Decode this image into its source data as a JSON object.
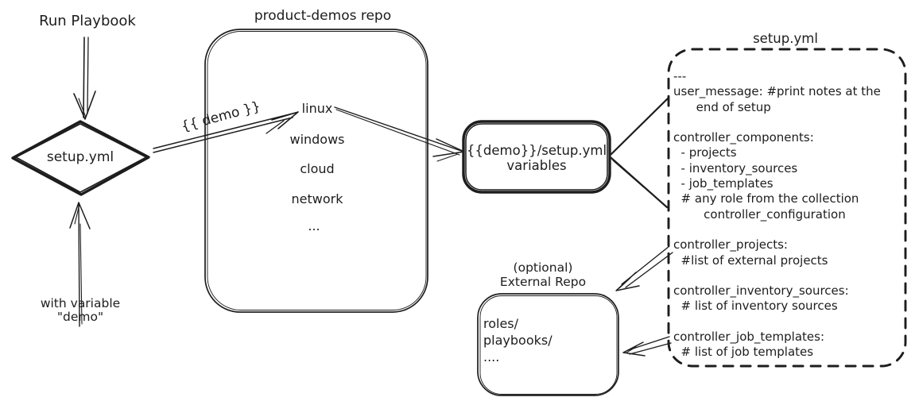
{
  "canvas": {
    "background": "#ffffff",
    "ink": "#1d1d1d"
  },
  "trigger": {
    "run_playbook_label": "Run Playbook",
    "diamond_label": "setup.yml",
    "with_variable_line1": "with variable",
    "with_variable_line2": "\"demo\""
  },
  "repo": {
    "title": "product-demos repo",
    "arrow_label": "{{ demo }}",
    "items": [
      "linux",
      "windows",
      "cloud",
      "network",
      "..."
    ]
  },
  "variables_box": {
    "line1": "{{demo}}/setup.yml",
    "line2": "variables"
  },
  "setup_yml_file": {
    "title": "setup.yml",
    "lines": [
      "---",
      "user_message: #print notes at the",
      "      end of setup",
      "",
      "controller_components:",
      "  - projects",
      "  - inventory_sources",
      "  - job_templates",
      "  # any role from the collection",
      "        controller_configuration",
      "",
      "controller_projects:",
      "  #list of external projects",
      "",
      "controller_inventory_sources:",
      "  # list of inventory sources",
      "",
      "controller_job_templates:",
      "  # list of job templates"
    ]
  },
  "external_repo": {
    "caption_line1": "(optional)",
    "caption_line2": "External Repo",
    "items": [
      "roles/",
      "playbooks/",
      "...."
    ]
  }
}
